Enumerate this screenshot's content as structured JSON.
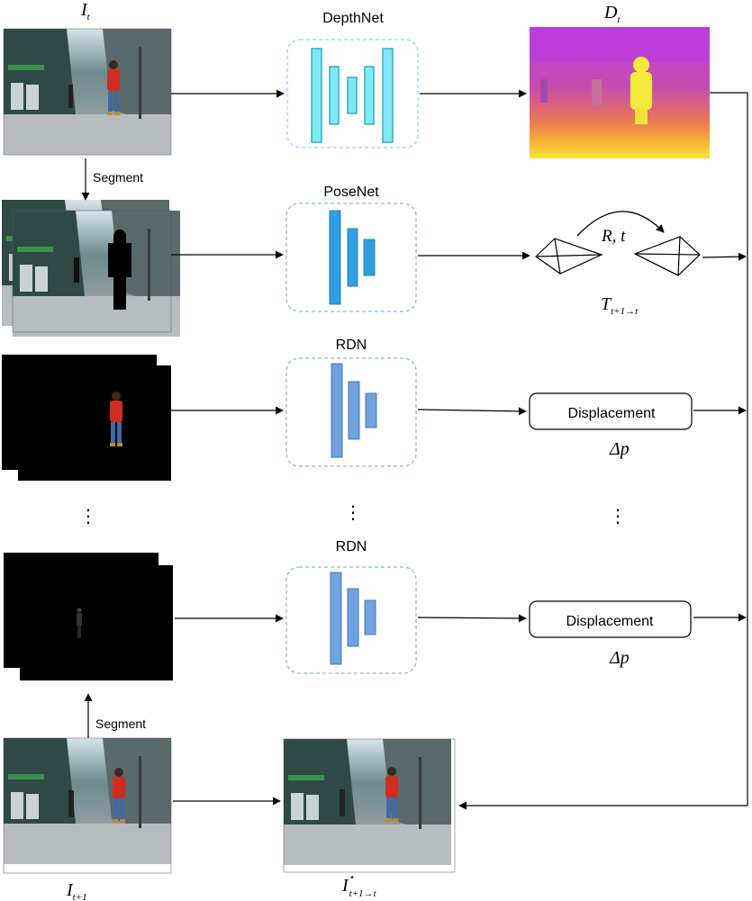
{
  "labels": {
    "input_frame": "I",
    "input_frame_sub": "t",
    "next_frame": "I",
    "next_frame_sub": "t+1",
    "warped_frame": "I",
    "warped_frame_sup": "⋆",
    "warped_frame_sub": "t+1→t",
    "depth_map": "D",
    "depth_map_sub": "t",
    "transform": "T",
    "transform_sub": "t+1→t",
    "rotation_translation": "R, t",
    "segment_top": "Segment",
    "segment_bottom": "Segment",
    "delta_p_1": "Δp",
    "delta_p_2": "Δp"
  },
  "networks": {
    "depthnet": "DepthNet",
    "posenet": "PoseNet",
    "rdn_1": "RDN",
    "rdn_2": "RDN"
  },
  "outputs": {
    "displacement_1": "Displacement",
    "displacement_2": "Displacement"
  },
  "ellipsis": {
    "left": "⋮",
    "middle": "⋮",
    "right": "⋮"
  },
  "colors": {
    "depthnet_fill": "#7fe9f3",
    "depthnet_border": "#2aa9c4",
    "posenet_fill": "#2f9fe2",
    "rdn_fill": "#6fa2de",
    "dashed_box": "#8fb8e0",
    "depthnet_dashed": "#8fdbeb"
  }
}
